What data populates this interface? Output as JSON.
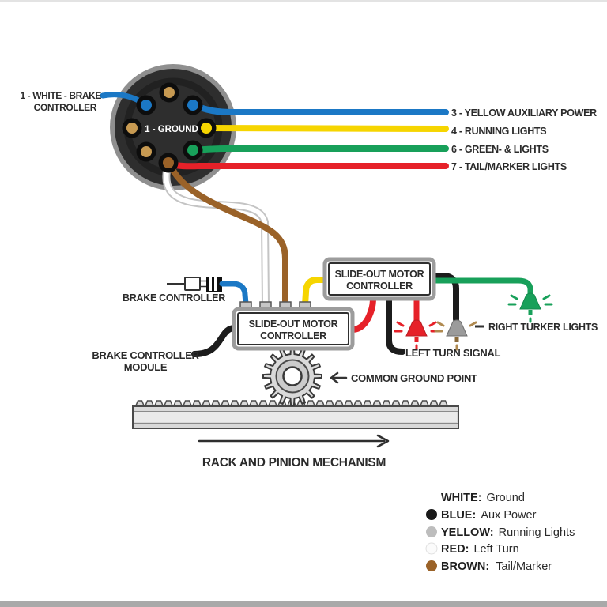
{
  "colors": {
    "blue": "#1b78c5",
    "yellow": "#f6d500",
    "green": "#18a05a",
    "red": "#e62129",
    "brown": "#9a6228",
    "white_wire": "#ffffff",
    "black": "#1c1c1c",
    "connector_body": "#2e2e2e",
    "connector_ring": "#8f8f8f",
    "gray_lamp": "#9b9b9b",
    "metal": "#d9d9d9"
  },
  "connector": {
    "ground_label": "1 - GROUND",
    "left_label_line1": "1 - WHITE - BRAKE",
    "left_label_line2": "CONTROLLER",
    "pins": [
      {
        "name": "pin-top",
        "color": "#c79a52"
      },
      {
        "name": "pin-upper-left",
        "color": "#1b78c5"
      },
      {
        "name": "pin-upper-right",
        "color": "#1b78c5"
      },
      {
        "name": "pin-mid-left",
        "color": "#c79a52"
      },
      {
        "name": "pin-mid-right",
        "color": "#f6d500"
      },
      {
        "name": "pin-lower-left",
        "color": "#c79a52"
      },
      {
        "name": "pin-lower-right",
        "color": "#18a05a"
      },
      {
        "name": "pin-bottom",
        "color": "#9a6228"
      }
    ]
  },
  "wire_labels": {
    "aux_power": "3 - YELLOW AUXILIARY POWER",
    "running_lights": "4 - RUNNING LIGHTS",
    "green_lights": "6 - GREEN- & LIGHTS",
    "tail_marker": "7 - TAIL/MARKER LIGHTS"
  },
  "controllers": {
    "upper_line1": "SLIDE-OUT MOTOR",
    "upper_line2": "CONTROLLER",
    "lower_line1": "SLIDE-OUT MOTOR",
    "lower_line2": "CONTROLLER"
  },
  "labels": {
    "brake_controller": "BRAKE CONTROLLER",
    "brake_module_line1": "BRAKE CONTROLLER",
    "brake_module_line2": "MODULE",
    "left_turn": "LEFT TURN SIGNAL",
    "right_turn": "RIGHT TURKER LIGHTS",
    "common_ground": "COMMON GROUND POINT",
    "rack_mechanism": "RACK AND PINION MECHANISM"
  },
  "icons": {
    "common_ground_arrow": "left-arrow",
    "rack_direction_arrow": "right-arrow"
  },
  "legend": [
    {
      "name": "WHITE:",
      "value": "Ground",
      "bullet": "#ffffff"
    },
    {
      "name": "BLUE:",
      "value": "Aux Power",
      "bullet": "#1a1a1a"
    },
    {
      "name": "YELLOW:",
      "value": "Running Lights",
      "bullet": "#bdbdbd"
    },
    {
      "name": "RED:",
      "value": "Left Turn",
      "bullet": "#fbfbfb"
    },
    {
      "name": "BROWN:",
      "value": "Tail/Marker",
      "bullet": "#9a6228"
    }
  ]
}
